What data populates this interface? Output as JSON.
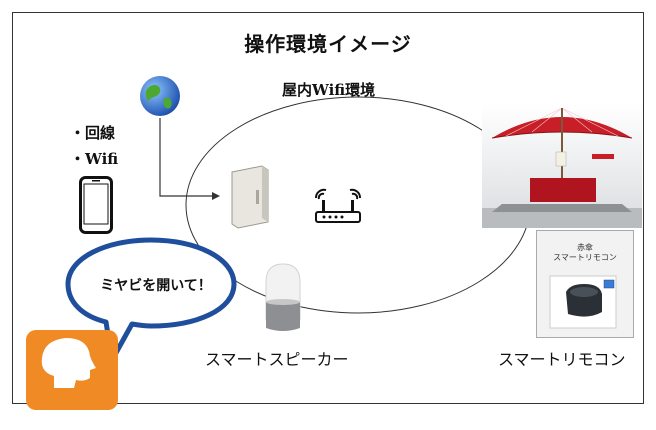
{
  "title": "操作環境イメージ",
  "network_label": "屋内Wifi環境",
  "requirements": [
    "・回線",
    "・Wifi"
  ],
  "speech_bubble": "ミヤビを開いて！",
  "smart_speaker_label": "スマートスピーカー",
  "smart_remote_label": "スマートリモコン",
  "remote_box_text": "赤傘\nスマートリモコン",
  "colors": {
    "app_icon": "#f08a24",
    "bubble_border": "#1f4f9c",
    "umbrella": "#c81e28",
    "globe_blue": "#2e6fd0",
    "globe_green": "#4da832"
  }
}
